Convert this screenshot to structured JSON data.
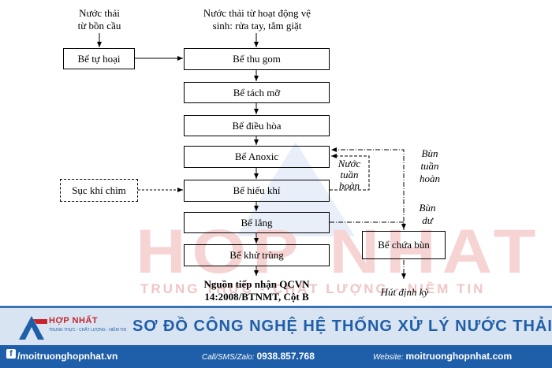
{
  "inputs": {
    "toilet_wastewater": "Nước thải\ntừ bồn cầu",
    "activity_wastewater": "Nước thải từ hoạt động vệ\nsinh: rửa tay, tắm giặt"
  },
  "boxes": {
    "septic": "Bể tự hoại",
    "collection": "Bể thu gom",
    "grease": "Bể tách mỡ",
    "equalization": "Bể điều hòa",
    "anoxic": "Bể Anoxic",
    "aerobic": "Bể hiếu khí",
    "settling": "Bể lắng",
    "disinfection": "Bể khử trùng",
    "aeration": "Sục khí chìm",
    "sludge": "Bể chứa bùn"
  },
  "labels": {
    "recirculation_water": "Nước\ntuần\nhoàn",
    "recirculation_sludge": "Bùn\ntuần\nhoàn",
    "excess_sludge": "Bùn\ndư",
    "periodic_suction": "Hút định kỳ",
    "receiving_source": "Nguồn tiếp nhận QCVN\n14:2008/BTNMT, Cột B"
  },
  "footer": {
    "title": "SƠ ĐỒ CÔNG NGHỆ HỆ THỐNG XỬ LÝ NƯỚC THẢI",
    "logo_name": "HỢP NHẤT",
    "logo_tagline": "TRUNG THỰC - CHẤT LƯỢNG - NIỀM TIN",
    "facebook": "/moitruonghopnhat.vn",
    "phone_label": "Call/SMS/Zalo:",
    "phone": "0938.857.768",
    "website_label": "Website:",
    "website": "moitruonghopnhat.com"
  },
  "watermark": {
    "brand": "HOP NHAT",
    "tagline": "TRUNG THỰC - CHẤT LƯỢNG - NIỀM TIN"
  },
  "colors": {
    "brand_blue": "#1f5ea8",
    "brand_red": "#c8232c",
    "band_light": "#d8e4f2"
  }
}
